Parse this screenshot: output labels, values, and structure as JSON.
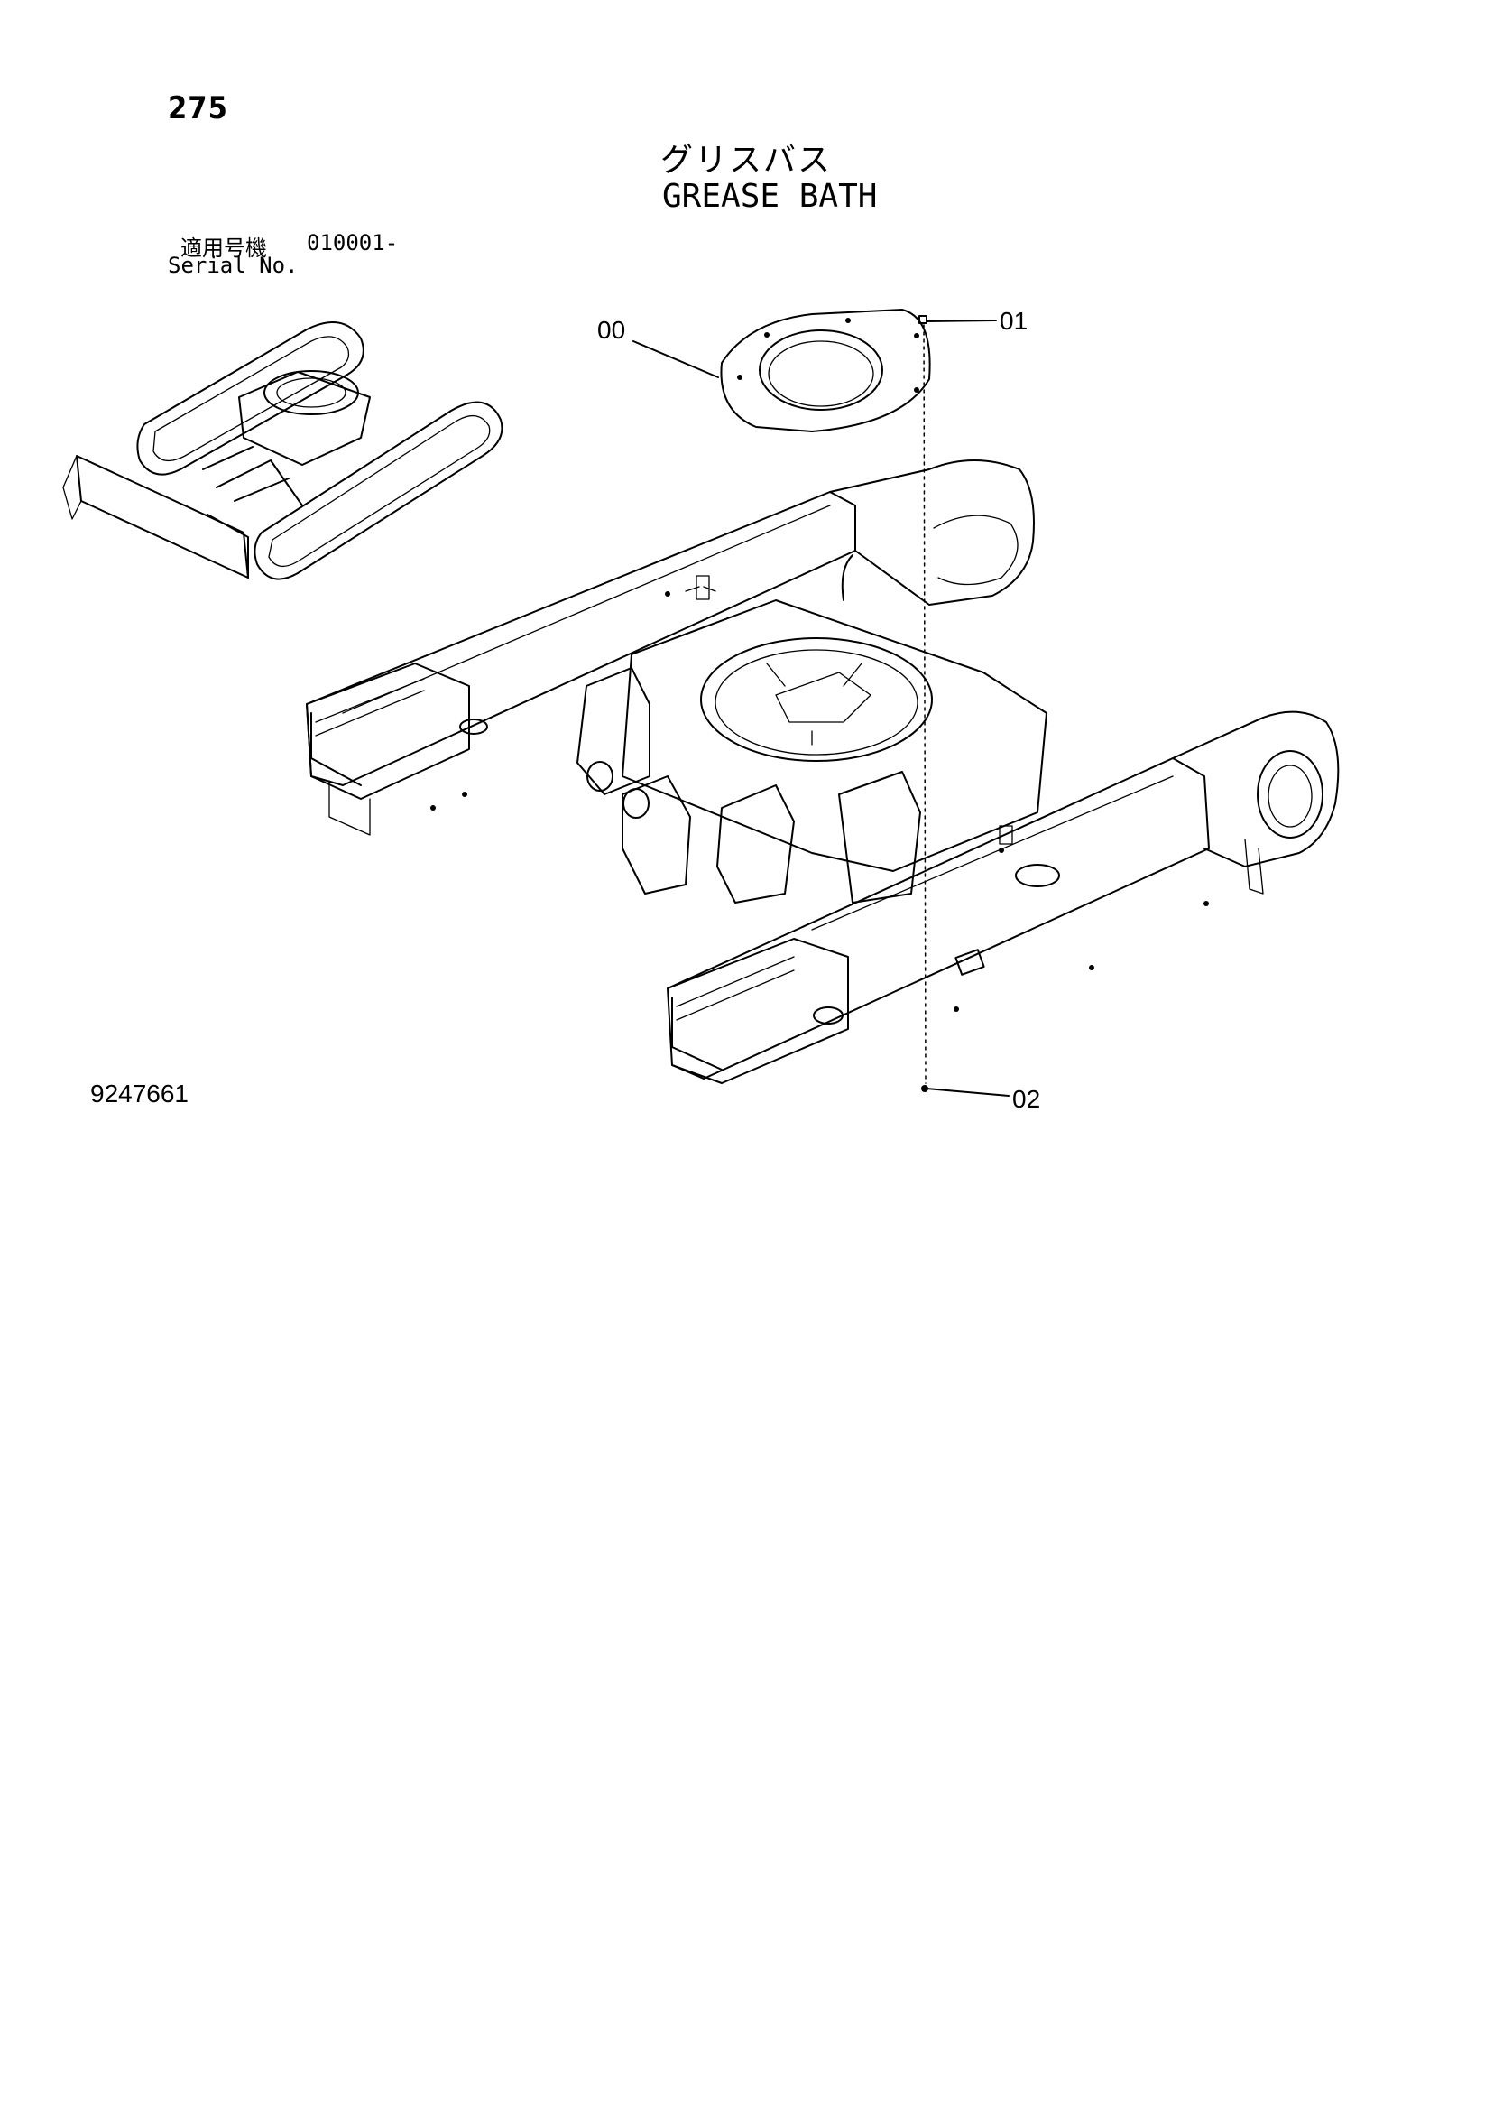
{
  "page": {
    "number": "275",
    "title_jp": "グリスバス",
    "title_en": "GREASE BATH",
    "serial": {
      "label_jp": "適用号機",
      "value": "010001-",
      "label_en": "Serial No."
    },
    "figure_number": "9247661"
  },
  "callouts": [
    {
      "id": "00",
      "label": "00"
    },
    {
      "id": "01",
      "label": "01"
    },
    {
      "id": "02",
      "label": "02"
    }
  ]
}
